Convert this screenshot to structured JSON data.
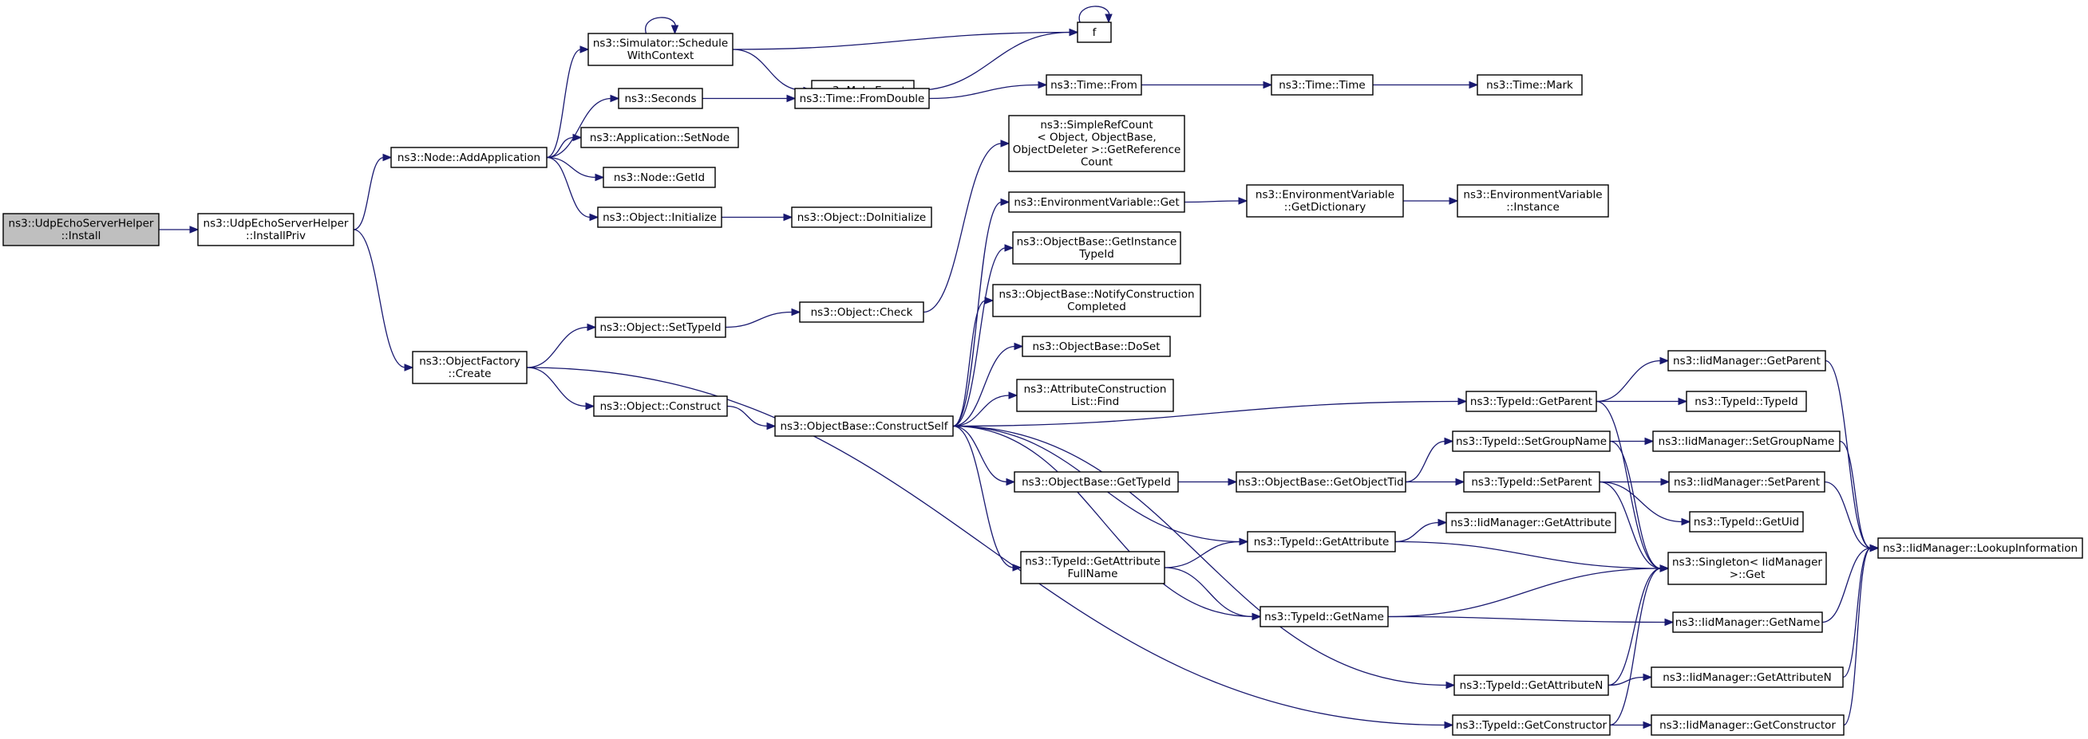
{
  "diagram": {
    "colors": {
      "edge": "#191970",
      "root_fill": "#bfbfbf",
      "node_fill": "#ffffff",
      "node_stroke": "#000000"
    },
    "nodes": [
      {
        "id": "install",
        "lines": [
          "ns3::UdpEchoServerHelper",
          "::Install"
        ],
        "root": true
      },
      {
        "id": "installpriv",
        "lines": [
          "ns3::UdpEchoServerHelper",
          "::InstallPriv"
        ]
      },
      {
        "id": "addapp",
        "lines": [
          "ns3::Node::AddApplication"
        ]
      },
      {
        "id": "objfactory",
        "lines": [
          "ns3::ObjectFactory",
          "::Create"
        ]
      },
      {
        "id": "schedule",
        "lines": [
          "ns3::Simulator::Schedule",
          "WithContext"
        ]
      },
      {
        "id": "seconds",
        "lines": [
          "ns3::Seconds"
        ]
      },
      {
        "id": "setnode",
        "lines": [
          "ns3::Application::SetNode"
        ]
      },
      {
        "id": "nodegetid",
        "lines": [
          "ns3::Node::GetId"
        ]
      },
      {
        "id": "objinit",
        "lines": [
          "ns3::Object::Initialize"
        ]
      },
      {
        "id": "settypeid",
        "lines": [
          "ns3::Object::SetTypeId"
        ]
      },
      {
        "id": "construct",
        "lines": [
          "ns3::Object::Construct"
        ]
      },
      {
        "id": "f",
        "lines": [
          "f"
        ]
      },
      {
        "id": "makeevent",
        "lines": [
          "ns3::MakeEvent"
        ]
      },
      {
        "id": "fromdouble",
        "lines": [
          "ns3::Time::FromDouble"
        ]
      },
      {
        "id": "doinit",
        "lines": [
          "ns3::Object::DoInitialize"
        ]
      },
      {
        "id": "check",
        "lines": [
          "ns3::Object::Check"
        ]
      },
      {
        "id": "constructself",
        "lines": [
          "ns3::ObjectBase::ConstructSelf"
        ]
      },
      {
        "id": "timefrom",
        "lines": [
          "ns3::Time::From"
        ]
      },
      {
        "id": "timetime",
        "lines": [
          "ns3::Time::Time"
        ]
      },
      {
        "id": "timemark",
        "lines": [
          "ns3::Time::Mark"
        ]
      },
      {
        "id": "refcount",
        "lines": [
          "ns3::SimpleRefCount",
          "< Object, ObjectBase,",
          "ObjectDeleter >::GetReference",
          "Count"
        ]
      },
      {
        "id": "envget",
        "lines": [
          "ns3::EnvironmentVariable::Get"
        ]
      },
      {
        "id": "envdict",
        "lines": [
          "ns3::EnvironmentVariable",
          "::GetDictionary"
        ]
      },
      {
        "id": "envinst",
        "lines": [
          "ns3::EnvironmentVariable",
          "::Instance"
        ]
      },
      {
        "id": "getinsttid",
        "lines": [
          "ns3::ObjectBase::GetInstance",
          "TypeId"
        ]
      },
      {
        "id": "notify",
        "lines": [
          "ns3::ObjectBase::NotifyConstruction",
          "Completed"
        ]
      },
      {
        "id": "doset",
        "lines": [
          "ns3::ObjectBase::DoSet"
        ]
      },
      {
        "id": "attrfind",
        "lines": [
          "ns3::AttributeConstruction",
          "List::Find"
        ]
      },
      {
        "id": "getparent",
        "lines": [
          "ns3::TypeId::GetParent"
        ]
      },
      {
        "id": "setgroup",
        "lines": [
          "ns3::TypeId::SetGroupName"
        ]
      },
      {
        "id": "gettypeid",
        "lines": [
          "ns3::ObjectBase::GetTypeId"
        ]
      },
      {
        "id": "getobjtid",
        "lines": [
          "ns3::ObjectBase::GetObjectTid"
        ]
      },
      {
        "id": "setparent",
        "lines": [
          "ns3::TypeId::SetParent"
        ]
      },
      {
        "id": "getattr",
        "lines": [
          "ns3::TypeId::GetAttribute"
        ]
      },
      {
        "id": "getattrfull",
        "lines": [
          "ns3::TypeId::GetAttribute",
          "FullName"
        ]
      },
      {
        "id": "getname",
        "lines": [
          "ns3::TypeId::GetName"
        ]
      },
      {
        "id": "getattrn",
        "lines": [
          "ns3::TypeId::GetAttributeN"
        ]
      },
      {
        "id": "getctor",
        "lines": [
          "ns3::TypeId::GetConstructor"
        ]
      },
      {
        "id": "iidgetparent",
        "lines": [
          "ns3::IidManager::GetParent"
        ]
      },
      {
        "id": "typeidtypeid",
        "lines": [
          "ns3::TypeId::TypeId"
        ]
      },
      {
        "id": "iidsetgroup",
        "lines": [
          "ns3::IidManager::SetGroupName"
        ]
      },
      {
        "id": "iidsetparent",
        "lines": [
          "ns3::IidManager::SetParent"
        ]
      },
      {
        "id": "getuid",
        "lines": [
          "ns3::TypeId::GetUid"
        ]
      },
      {
        "id": "iidgetattr",
        "lines": [
          "ns3::IidManager::GetAttribute"
        ]
      },
      {
        "id": "singleton",
        "lines": [
          "ns3::Singleton< IidManager",
          ">::Get"
        ]
      },
      {
        "id": "iidgetname",
        "lines": [
          "ns3::IidManager::GetName"
        ]
      },
      {
        "id": "iidgetattrn",
        "lines": [
          "ns3::IidManager::GetAttributeN"
        ]
      },
      {
        "id": "iidgetctor",
        "lines": [
          "ns3::IidManager::GetConstructor"
        ]
      },
      {
        "id": "lookup",
        "lines": [
          "ns3::IidManager::LookupInformation"
        ]
      }
    ],
    "edges": [
      [
        "install",
        "installpriv"
      ],
      [
        "installpriv",
        "addapp"
      ],
      [
        "installpriv",
        "objfactory"
      ],
      [
        "addapp",
        "schedule"
      ],
      [
        "addapp",
        "seconds"
      ],
      [
        "addapp",
        "setnode"
      ],
      [
        "addapp",
        "nodegetid"
      ],
      [
        "addapp",
        "objinit"
      ],
      [
        "schedule",
        "schedule"
      ],
      [
        "schedule",
        "f"
      ],
      [
        "schedule",
        "makeevent"
      ],
      [
        "makeevent",
        "f"
      ],
      [
        "f",
        "f"
      ],
      [
        "seconds",
        "fromdouble"
      ],
      [
        "fromdouble",
        "timefrom"
      ],
      [
        "timefrom",
        "timetime"
      ],
      [
        "timetime",
        "timemark"
      ],
      [
        "objinit",
        "doinit"
      ],
      [
        "objfactory",
        "settypeid"
      ],
      [
        "objfactory",
        "construct"
      ],
      [
        "objfactory",
        "getctor"
      ],
      [
        "settypeid",
        "check"
      ],
      [
        "check",
        "refcount"
      ],
      [
        "construct",
        "constructself"
      ],
      [
        "constructself",
        "envget"
      ],
      [
        "constructself",
        "getinsttid"
      ],
      [
        "constructself",
        "notify"
      ],
      [
        "constructself",
        "doset"
      ],
      [
        "constructself",
        "attrfind"
      ],
      [
        "constructself",
        "getparent"
      ],
      [
        "constructself",
        "gettypeid"
      ],
      [
        "constructself",
        "getattr"
      ],
      [
        "constructself",
        "getattrfull"
      ],
      [
        "constructself",
        "getname"
      ],
      [
        "constructself",
        "getattrn"
      ],
      [
        "envget",
        "envdict"
      ],
      [
        "envdict",
        "envinst"
      ],
      [
        "gettypeid",
        "getobjtid"
      ],
      [
        "getobjtid",
        "setgroup"
      ],
      [
        "getobjtid",
        "setparent"
      ],
      [
        "getattrfull",
        "getattr"
      ],
      [
        "getattrfull",
        "getname"
      ],
      [
        "getparent",
        "iidgetparent"
      ],
      [
        "getparent",
        "typeidtypeid"
      ],
      [
        "getparent",
        "singleton"
      ],
      [
        "setgroup",
        "iidsetgroup"
      ],
      [
        "setgroup",
        "singleton"
      ],
      [
        "setparent",
        "iidsetparent"
      ],
      [
        "setparent",
        "getuid"
      ],
      [
        "setparent",
        "singleton"
      ],
      [
        "getattr",
        "iidgetattr"
      ],
      [
        "getattr",
        "singleton"
      ],
      [
        "getname",
        "singleton"
      ],
      [
        "getname",
        "iidgetname"
      ],
      [
        "getattrn",
        "singleton"
      ],
      [
        "getattrn",
        "iidgetattrn"
      ],
      [
        "getctor",
        "singleton"
      ],
      [
        "getctor",
        "iidgetctor"
      ],
      [
        "iidgetparent",
        "lookup"
      ],
      [
        "iidsetgroup",
        "lookup"
      ],
      [
        "iidsetparent",
        "lookup"
      ],
      [
        "iidgetname",
        "lookup"
      ],
      [
        "iidgetattrn",
        "lookup"
      ],
      [
        "iidgetctor",
        "lookup"
      ]
    ]
  }
}
